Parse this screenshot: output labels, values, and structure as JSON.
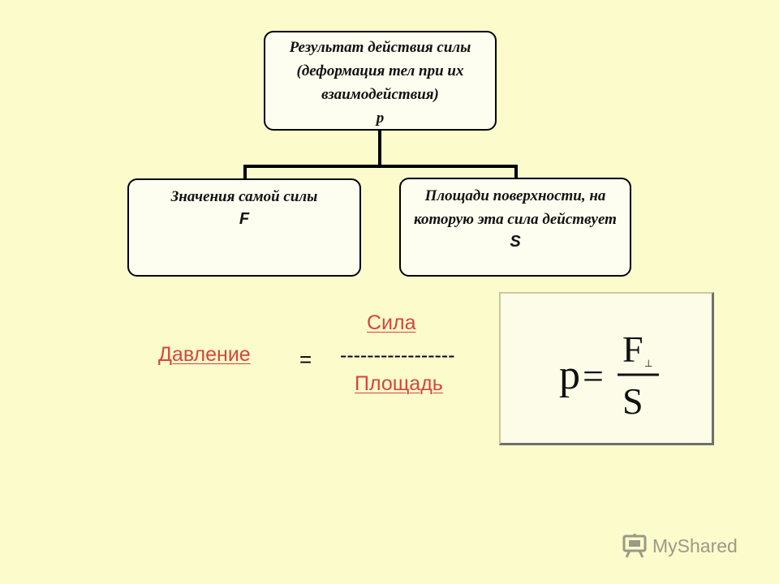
{
  "diagram": {
    "top_box": {
      "lines": [
        "Результат действия силы",
        "(деформация тел при их",
        "взаимодействия)",
        "p"
      ]
    },
    "left_box": {
      "lines": [
        "Значения самой силы"
      ],
      "symbol": "F"
    },
    "right_box": {
      "lines": [
        "Площади поверхности, на",
        "которую эта сила действует"
      ],
      "symbol": "S"
    }
  },
  "word_formula": {
    "left": "Давление",
    "equals": "=",
    "numerator": "Сила",
    "divider": "-----------------",
    "denominator": "Площадь",
    "link_color": "#d6463a"
  },
  "formula": {
    "lhs": "p",
    "equals": "=",
    "numerator": "F",
    "subscript": "⊥",
    "denominator": "S"
  },
  "watermark": {
    "text": "MyShared",
    "icon": "presentation-board-icon"
  }
}
